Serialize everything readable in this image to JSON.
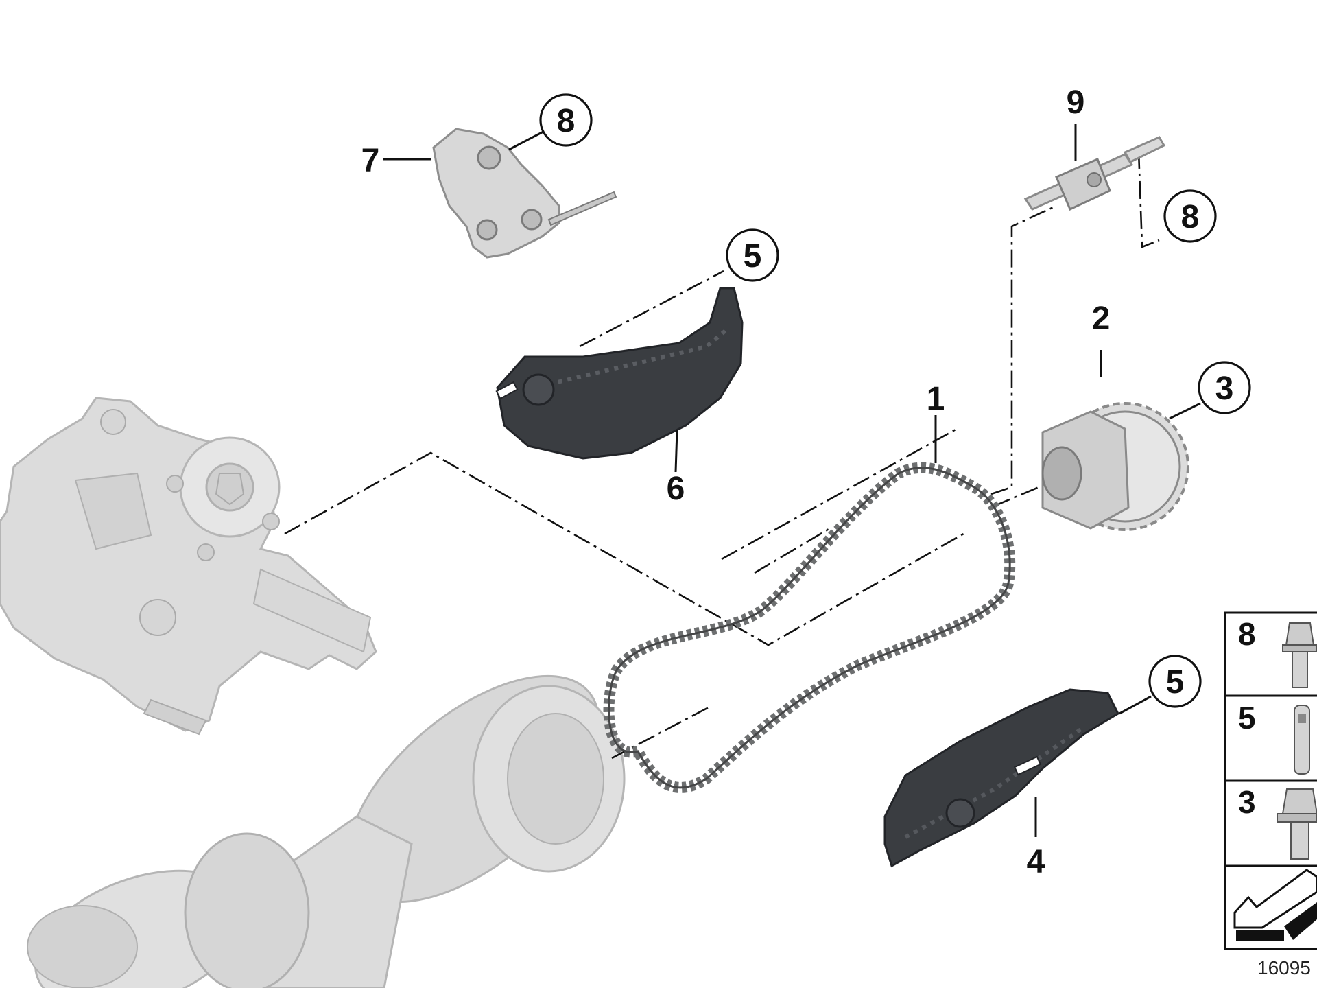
{
  "diagram": {
    "callouts": [
      {
        "id": "c7",
        "label": "7"
      },
      {
        "id": "c8a",
        "label": "8"
      },
      {
        "id": "c5a",
        "label": "5"
      },
      {
        "id": "c6",
        "label": "6"
      },
      {
        "id": "c9",
        "label": "9"
      },
      {
        "id": "c8b",
        "label": "8"
      },
      {
        "id": "c2",
        "label": "2"
      },
      {
        "id": "c3",
        "label": "3"
      },
      {
        "id": "c1",
        "label": "1"
      },
      {
        "id": "c5b",
        "label": "5"
      },
      {
        "id": "c4",
        "label": "4"
      }
    ],
    "legend": {
      "rows": [
        {
          "label": "8",
          "icon": "flange-bolt-icon"
        },
        {
          "label": "5",
          "icon": "stud-bolt-icon"
        },
        {
          "label": "3",
          "icon": "hex-flange-bolt-icon"
        }
      ],
      "footer_icon": "angle-torque-icon"
    },
    "diagram_code": "16095",
    "colors": {
      "line": "#111111",
      "light_part": "#dcdcdc",
      "light_part_edge": "#b5b5b5",
      "dark_part": "#3a3d41",
      "chain": "#6d6f70"
    }
  }
}
